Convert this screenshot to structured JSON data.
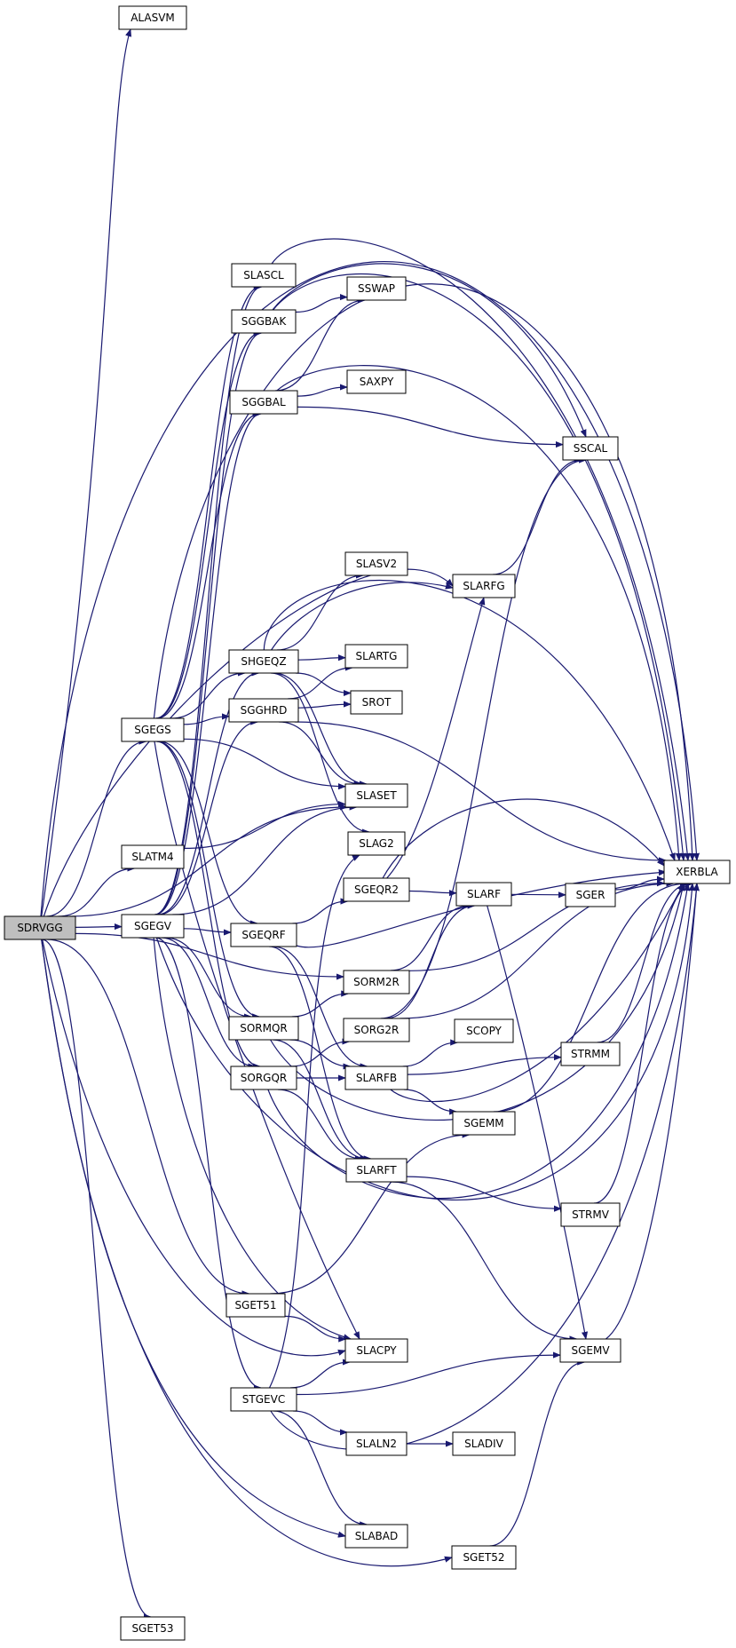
{
  "root": "SDRVGG",
  "nodes": [
    {
      "id": "SDRVGG",
      "label": "SDRVGG"
    },
    {
      "id": "ALASVM",
      "label": "ALASVM"
    },
    {
      "id": "SGEGS",
      "label": "SGEGS"
    },
    {
      "id": "SLATM4",
      "label": "SLATM4"
    },
    {
      "id": "SGEGV",
      "label": "SGEGV"
    },
    {
      "id": "SGET53",
      "label": "SGET53"
    },
    {
      "id": "SLASCL",
      "label": "SLASCL"
    },
    {
      "id": "SGGBAK",
      "label": "SGGBAK"
    },
    {
      "id": "SGGBAL",
      "label": "SGGBAL"
    },
    {
      "id": "SHGEQZ",
      "label": "SHGEQZ"
    },
    {
      "id": "SGGHRD",
      "label": "SGGHRD"
    },
    {
      "id": "SGEQRF",
      "label": "SGEQRF"
    },
    {
      "id": "SORMQR",
      "label": "SORMQR"
    },
    {
      "id": "SORGQR",
      "label": "SORGQR"
    },
    {
      "id": "SGET51",
      "label": "SGET51"
    },
    {
      "id": "STGEVC",
      "label": "STGEVC"
    },
    {
      "id": "SSWAP",
      "label": "SSWAP"
    },
    {
      "id": "SAXPY",
      "label": "SAXPY"
    },
    {
      "id": "SLASV2",
      "label": "SLASV2"
    },
    {
      "id": "SLARTG",
      "label": "SLARTG"
    },
    {
      "id": "SROT",
      "label": "SROT"
    },
    {
      "id": "SLASET",
      "label": "SLASET"
    },
    {
      "id": "SLAG2",
      "label": "SLAG2"
    },
    {
      "id": "SGEQR2",
      "label": "SGEQR2"
    },
    {
      "id": "SORM2R",
      "label": "SORM2R"
    },
    {
      "id": "SORG2R",
      "label": "SORG2R"
    },
    {
      "id": "SLARFB",
      "label": "SLARFB"
    },
    {
      "id": "SLARFT",
      "label": "SLARFT"
    },
    {
      "id": "SLACPY",
      "label": "SLACPY"
    },
    {
      "id": "SLALN2",
      "label": "SLALN2"
    },
    {
      "id": "SLABAD",
      "label": "SLABAD"
    },
    {
      "id": "SSCAL",
      "label": "SSCAL"
    },
    {
      "id": "SLARFG",
      "label": "SLARFG"
    },
    {
      "id": "SLARF",
      "label": "SLARF"
    },
    {
      "id": "SCOPY",
      "label": "SCOPY"
    },
    {
      "id": "SGEMM",
      "label": "SGEMM"
    },
    {
      "id": "SLADIV",
      "label": "SLADIV"
    },
    {
      "id": "SGET52",
      "label": "SGET52"
    },
    {
      "id": "SGER",
      "label": "SGER"
    },
    {
      "id": "STRMM",
      "label": "STRMM"
    },
    {
      "id": "STRMV",
      "label": "STRMV"
    },
    {
      "id": "SGEMV",
      "label": "SGEMV"
    },
    {
      "id": "XERBLA",
      "label": "XERBLA"
    }
  ],
  "edges": [
    [
      "SDRVGG",
      "ALASVM"
    ],
    [
      "SDRVGG",
      "SGEGS"
    ],
    [
      "SDRVGG",
      "SLATM4"
    ],
    [
      "SDRVGG",
      "SGEGV"
    ],
    [
      "SDRVGG",
      "SGET53"
    ],
    [
      "SDRVGG",
      "XERBLA"
    ],
    [
      "SDRVGG",
      "SLARFG"
    ],
    [
      "SDRVGG",
      "SLASET"
    ],
    [
      "SDRVGG",
      "SORM2R"
    ],
    [
      "SDRVGG",
      "SGET51"
    ],
    [
      "SDRVGG",
      "SLACPY"
    ],
    [
      "SDRVGG",
      "SLABAD"
    ],
    [
      "SDRVGG",
      "SGET52"
    ],
    [
      "SGEGS",
      "SLASCL"
    ],
    [
      "SGEGS",
      "SGGBAK"
    ],
    [
      "SGEGS",
      "SGGBAL"
    ],
    [
      "SGEGS",
      "SHGEQZ"
    ],
    [
      "SGEGS",
      "SGGHRD"
    ],
    [
      "SGEGS",
      "SLASET"
    ],
    [
      "SGEGS",
      "SGEQRF"
    ],
    [
      "SGEGS",
      "SORMQR"
    ],
    [
      "SGEGS",
      "SORGQR"
    ],
    [
      "SGEGS",
      "SLACPY"
    ],
    [
      "SGEGS",
      "XERBLA"
    ],
    [
      "SLATM4",
      "SLASET"
    ],
    [
      "SGEGV",
      "SLASCL"
    ],
    [
      "SGEGV",
      "SGGBAK"
    ],
    [
      "SGEGV",
      "SGGBAL"
    ],
    [
      "SGEGV",
      "SHGEQZ"
    ],
    [
      "SGEGV",
      "SGGHRD"
    ],
    [
      "SGEGV",
      "SGEQRF"
    ],
    [
      "SGEGV",
      "SORMQR"
    ],
    [
      "SGEGV",
      "SORGQR"
    ],
    [
      "SGEGV",
      "SLASET"
    ],
    [
      "SGEGV",
      "STGEVC"
    ],
    [
      "SGEGV",
      "SLACPY"
    ],
    [
      "SGEGV",
      "XERBLA"
    ],
    [
      "SLASCL",
      "XERBLA"
    ],
    [
      "SGGBAK",
      "SSWAP"
    ],
    [
      "SGGBAK",
      "SSCAL"
    ],
    [
      "SGGBAK",
      "XERBLA"
    ],
    [
      "SGGBAL",
      "SSWAP"
    ],
    [
      "SGGBAL",
      "SAXPY"
    ],
    [
      "SGGBAL",
      "SSCAL"
    ],
    [
      "SGGBAL",
      "XERBLA"
    ],
    [
      "SHGEQZ",
      "SLARFG"
    ],
    [
      "SHGEQZ",
      "SLASV2"
    ],
    [
      "SHGEQZ",
      "SLARTG"
    ],
    [
      "SHGEQZ",
      "SROT"
    ],
    [
      "SHGEQZ",
      "SLASET"
    ],
    [
      "SHGEQZ",
      "SLAG2"
    ],
    [
      "SHGEQZ",
      "XERBLA"
    ],
    [
      "SGGHRD",
      "SLARTG"
    ],
    [
      "SGGHRD",
      "SROT"
    ],
    [
      "SGGHRD",
      "SLASET"
    ],
    [
      "SGGHRD",
      "XERBLA"
    ],
    [
      "SGEQRF",
      "SGEQR2"
    ],
    [
      "SGEQRF",
      "SLARFB"
    ],
    [
      "SGEQRF",
      "SLARFT"
    ],
    [
      "SGEQRF",
      "XERBLA"
    ],
    [
      "SORMQR",
      "SORM2R"
    ],
    [
      "SORMQR",
      "SLARFB"
    ],
    [
      "SORMQR",
      "SLARFT"
    ],
    [
      "SORMQR",
      "XERBLA"
    ],
    [
      "SORGQR",
      "SORG2R"
    ],
    [
      "SORGQR",
      "SLARFB"
    ],
    [
      "SORGQR",
      "SLARFT"
    ],
    [
      "SORGQR",
      "XERBLA"
    ],
    [
      "SGET51",
      "SLACPY"
    ],
    [
      "SGET51",
      "SGEMM"
    ],
    [
      "STGEVC",
      "SLACPY"
    ],
    [
      "STGEVC",
      "SGEMV"
    ],
    [
      "STGEVC",
      "SLALN2"
    ],
    [
      "STGEVC",
      "SLABAD"
    ],
    [
      "STGEVC",
      "SLAG2"
    ],
    [
      "STGEVC",
      "XERBLA"
    ],
    [
      "SGEQR2",
      "SLARFG"
    ],
    [
      "SGEQR2",
      "SLARF"
    ],
    [
      "SGEQR2",
      "XERBLA"
    ],
    [
      "SORM2R",
      "SLARF"
    ],
    [
      "SORM2R",
      "XERBLA"
    ],
    [
      "SORG2R",
      "SLARF"
    ],
    [
      "SORG2R",
      "SSCAL"
    ],
    [
      "SORG2R",
      "XERBLA"
    ],
    [
      "SLARFB",
      "SCOPY"
    ],
    [
      "SLARFB",
      "STRMM"
    ],
    [
      "SLARFB",
      "SGEMM"
    ],
    [
      "SLARFB",
      "XERBLA"
    ],
    [
      "SLARFT",
      "STRMV"
    ],
    [
      "SLARFT",
      "SGEMV"
    ],
    [
      "SLALN2",
      "SLADIV"
    ],
    [
      "SLARFG",
      "SSCAL"
    ],
    [
      "SLARF",
      "SGER"
    ],
    [
      "SLARF",
      "SGEMV"
    ],
    [
      "SGEMM",
      "XERBLA"
    ],
    [
      "SGET52",
      "SGEMV"
    ],
    [
      "SGER",
      "XERBLA"
    ],
    [
      "STRMM",
      "XERBLA"
    ],
    [
      "STRMV",
      "XERBLA"
    ],
    [
      "SGEMV",
      "XERBLA"
    ]
  ],
  "colors": {
    "edge": "#191970",
    "root_fill": "#bfbfbf",
    "node_fill": "#ffffff",
    "node_border": "#000000"
  }
}
